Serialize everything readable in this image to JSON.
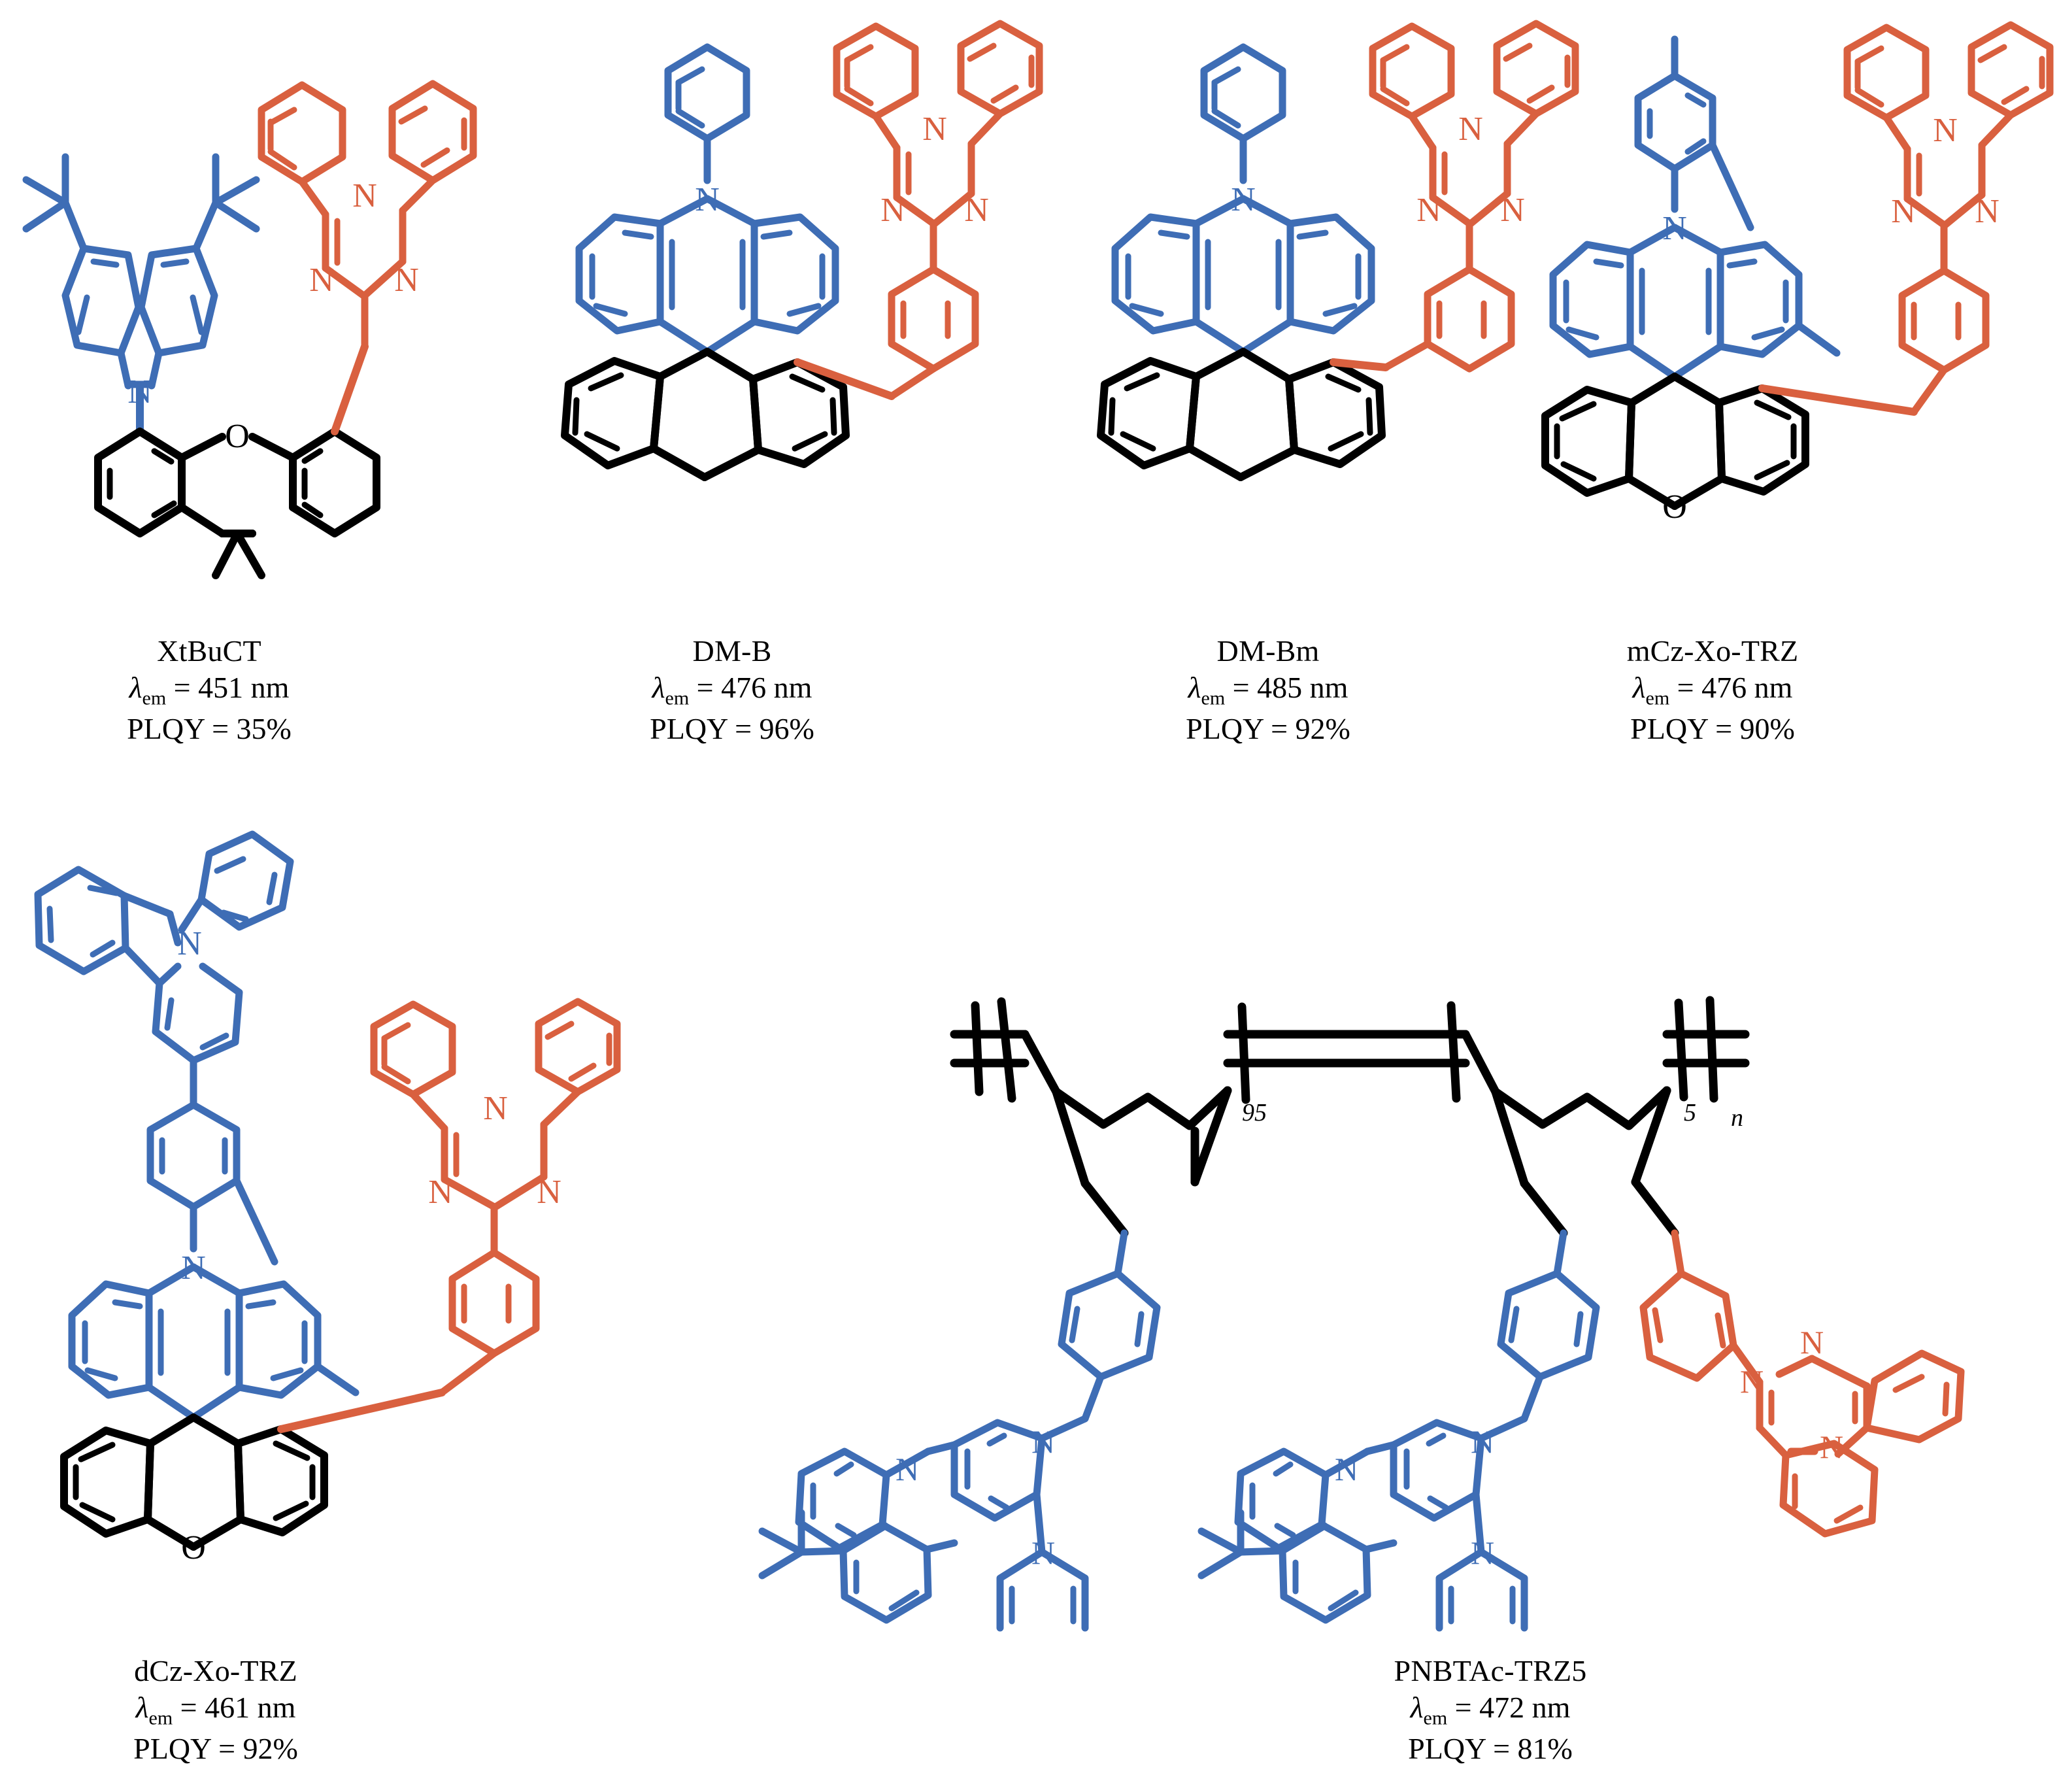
{
  "figure": {
    "kind": "chemical-structure-panel",
    "background": "#ffffff",
    "colors": {
      "donor_blue": "#3E6DB5",
      "acceptor_red": "#D9603F",
      "core_black": "#000000"
    }
  },
  "molecules": [
    {
      "id": "xtbuct",
      "name": "XtBuCT",
      "lambda_label": "λ",
      "lambda_sub": "em",
      "lambda_value": "= 451 nm",
      "plqy": "PLQY = 35%",
      "donor": "di-tert-butylcarbazole",
      "acceptor": "diphenyl-triazine",
      "core": "dimethylxanthene"
    },
    {
      "id": "dm-b",
      "name": "DM-B",
      "lambda_label": "λ",
      "lambda_sub": "em",
      "lambda_value": "= 476 nm",
      "plqy": "PLQY = 96%",
      "donor": "N-phenyl-spiroacridine",
      "acceptor": "phenyl-diphenyltriazine",
      "core": "fluorene"
    },
    {
      "id": "dm-bm",
      "name": "DM-Bm",
      "lambda_label": "λ",
      "lambda_sub": "em",
      "lambda_value": "= 485 nm",
      "plqy": "PLQY = 92%",
      "donor": "N-phenyl-spiroacridine",
      "acceptor": "meta-phenyl-diphenyltriazine",
      "core": "fluorene"
    },
    {
      "id": "mcz-xo-trz",
      "name": "mCz-Xo-TRZ",
      "lambda_label": "λ",
      "lambda_sub": "em",
      "lambda_value": "= 476 nm",
      "plqy": "PLQY = 90%",
      "donor": "methyl-carbazole-acridine",
      "acceptor": "phenyl-diphenyltriazine",
      "core": "spiroxanthene"
    },
    {
      "id": "dcz-xo-trz",
      "name": "dCz-Xo-TRZ",
      "lambda_label": "λ",
      "lambda_sub": "em",
      "lambda_value": "= 461 nm",
      "plqy": "PLQY = 92%",
      "donor": "N-phenylcarbazole-phenyl-acridine",
      "acceptor": "phenyl-diphenyltriazine",
      "core": "spiroxanthene"
    },
    {
      "id": "pnbtac-trz5",
      "name": "PNBTAc-TRZ5",
      "lambda_label": "λ",
      "lambda_sub": "em",
      "lambda_value": "= 472 nm",
      "plqy": "PLQY = 81%",
      "donor": "tert-butyl-acridine-triarylamine",
      "acceptor": "diphenyltriazine",
      "core": "polynorbornene-backbone"
    }
  ],
  "polymer": {
    "block_a_subscript": "95",
    "block_b_subscript": "5",
    "repeat_label": "n"
  },
  "atom_labels": {
    "nitrogen": "N",
    "oxygen": "O"
  }
}
